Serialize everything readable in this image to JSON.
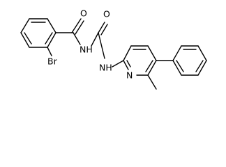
{
  "molecule": {
    "atoms": {
      "carbonyl_o_1": "O",
      "amide_nh_1": "NH",
      "carbonyl_o_2": "O",
      "amide_nh_2": "NH",
      "ring_n": "N",
      "bromo": "Br"
    }
  }
}
